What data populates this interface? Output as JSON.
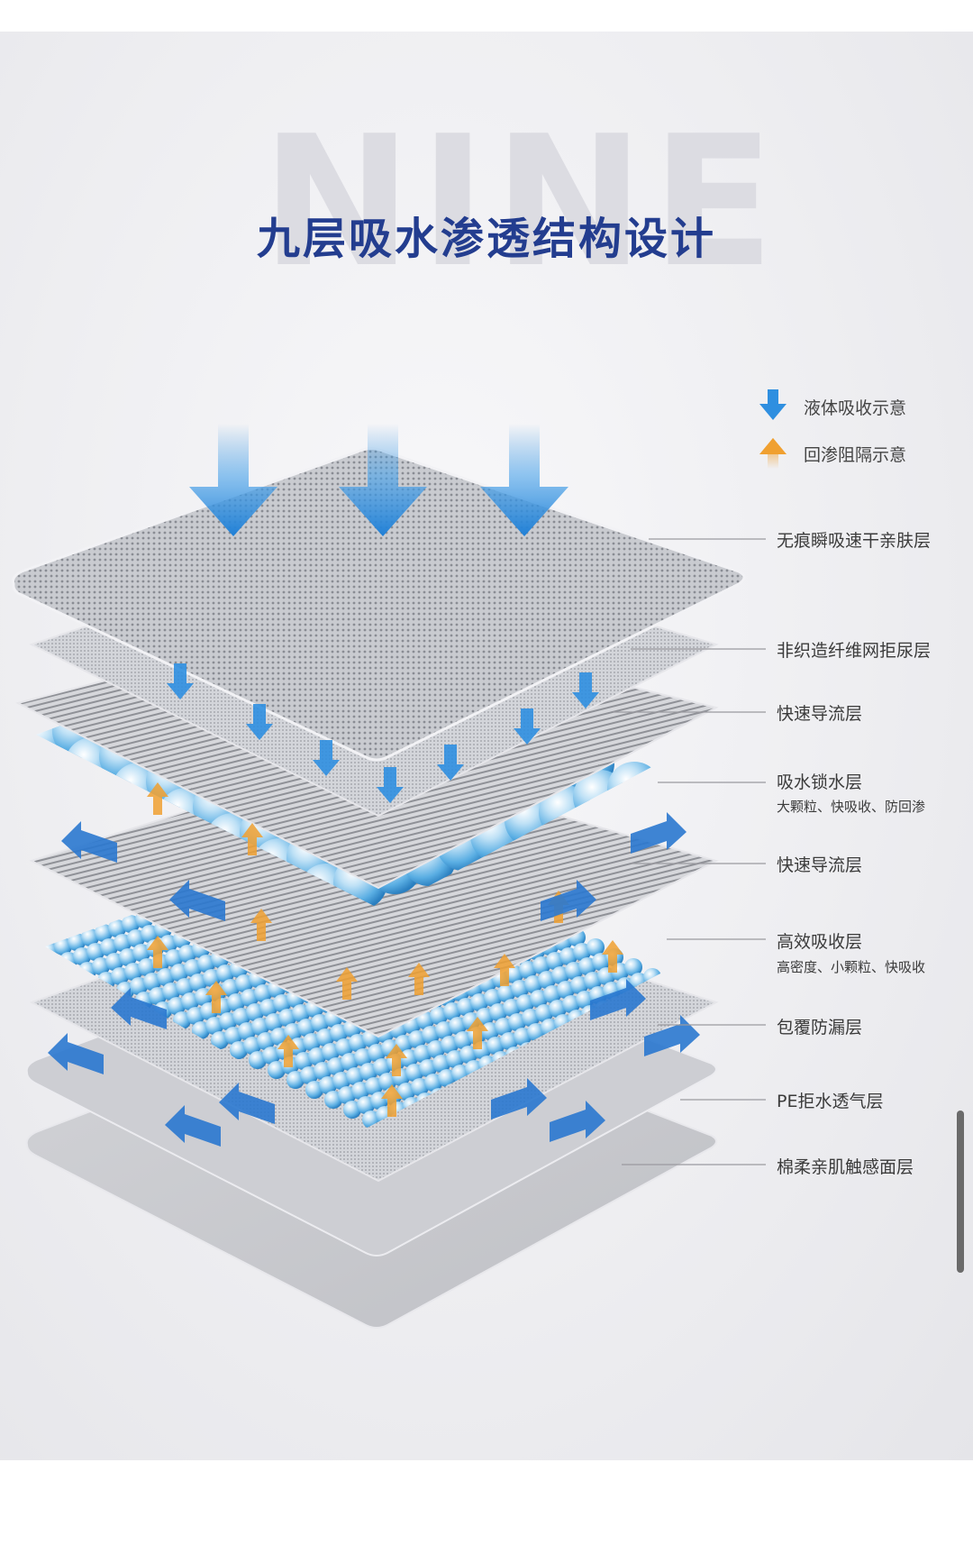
{
  "watermark": "NINE",
  "title": "九层吸水渗透结构设计",
  "legend": [
    {
      "label": "液体吸收示意",
      "icon": "down-arrow-icon",
      "color": "#2f8fe0"
    },
    {
      "label": "回渗阻隔示意",
      "icon": "up-arrow-icon",
      "color": "#f0a030"
    }
  ],
  "layers": [
    {
      "label": "无痕瞬吸速干亲肤层",
      "sub": ""
    },
    {
      "label": "非织造纤维网拒尿层",
      "sub": ""
    },
    {
      "label": "快速导流层",
      "sub": ""
    },
    {
      "label": "吸水锁水层",
      "sub": "大颗粒、快吸收、防回渗"
    },
    {
      "label": "快速导流层",
      "sub": ""
    },
    {
      "label": "高效吸收层",
      "sub": "高密度、小颗粒、快吸收"
    },
    {
      "label": "包覆防漏层",
      "sub": ""
    },
    {
      "label": "PE拒水透气层",
      "sub": ""
    },
    {
      "label": "棉柔亲肌触感面层",
      "sub": ""
    }
  ],
  "colors": {
    "title": "#233d8f",
    "absorb_arrow": "#2f8fe0",
    "barrier_arrow": "#f0a030"
  }
}
